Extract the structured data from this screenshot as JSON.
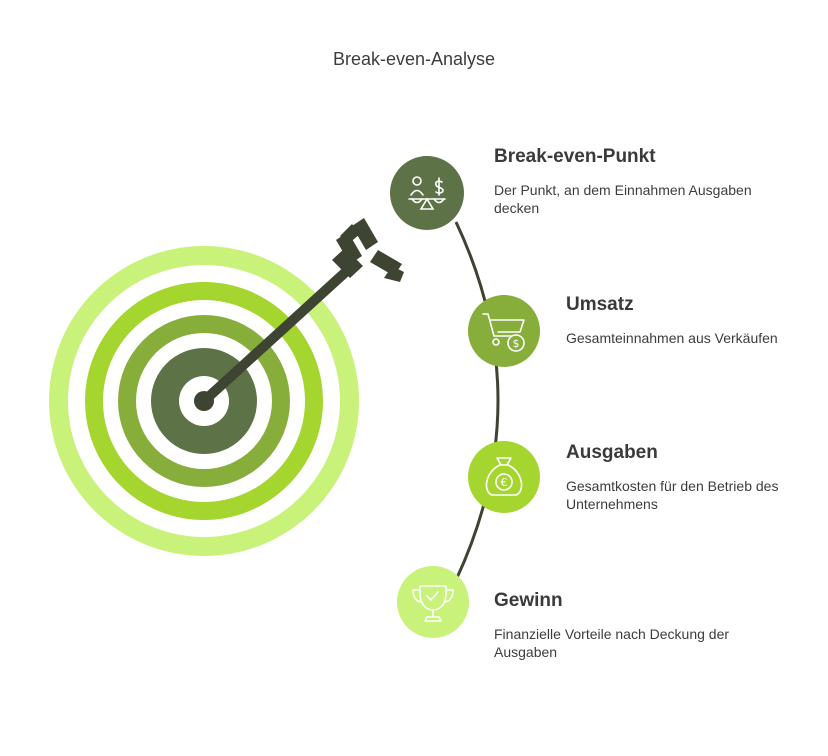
{
  "title": "Break-even-Analyse",
  "colors": {
    "ring_outer": "#c8f27a",
    "ring_2": "#a4d62f",
    "ring_3": "#87ad3b",
    "bullseye": "#5d7246",
    "arrow": "#3e4432",
    "path": "#3e4432"
  },
  "items": [
    {
      "title": "Break-even-Punkt",
      "description": "Der Punkt, an dem Einnahmen Ausgaben decken",
      "icon": "balance-scale-dollar-icon",
      "color": "#5d7246"
    },
    {
      "title": "Umsatz",
      "description": "Gesamteinnahmen aus Verkäufen",
      "icon": "shopping-cart-dollar-icon",
      "color": "#87ad3b"
    },
    {
      "title": "Ausgaben",
      "description": "Gesamtkosten für den Betrieb des Unternehmens",
      "icon": "euro-money-bag-icon",
      "color": "#a4d62f"
    },
    {
      "title": "Gewinn",
      "description": "Finanzielle Vorteile nach Deckung der Ausgaben",
      "icon": "trophy-check-icon",
      "color": "#c8f27a"
    }
  ]
}
